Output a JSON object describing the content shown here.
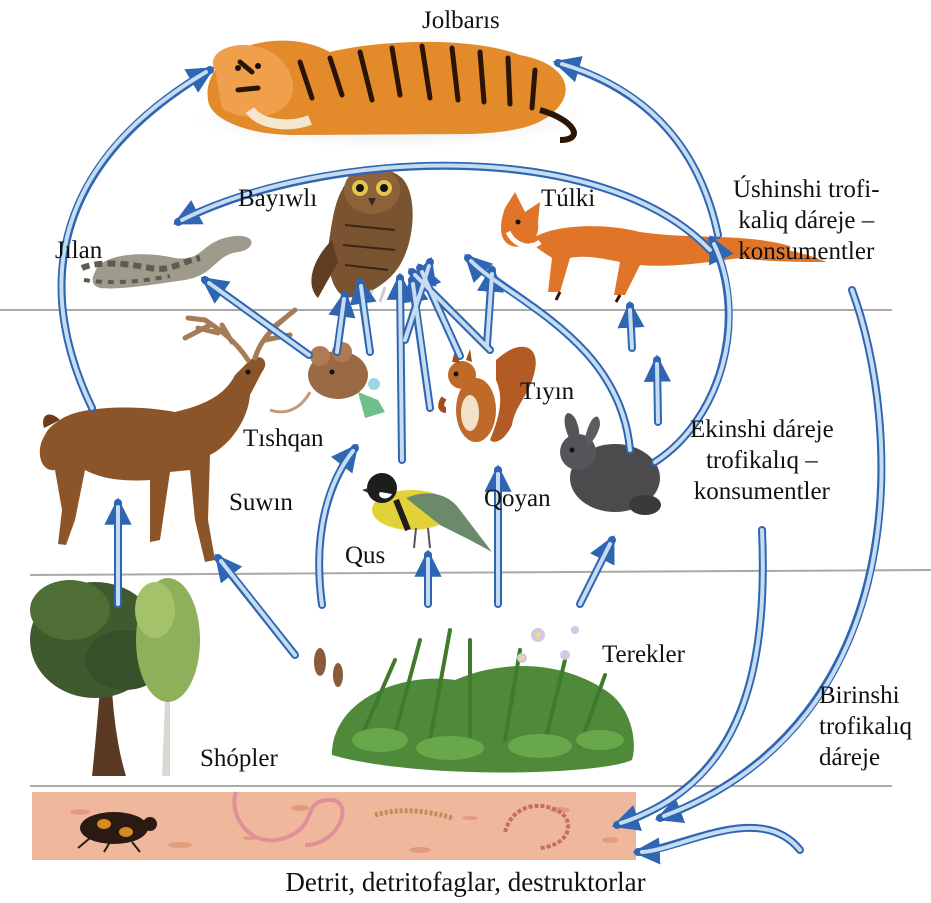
{
  "organisms": {
    "tiger": "Jolbarıs",
    "owl": "Bayıwlı",
    "fox": "Túlki",
    "snake": "Jılan",
    "mouse": "Tıshqan",
    "squirrel": "Tıyın",
    "deer": "Suwın",
    "hare": "Qoyan",
    "bird": "Qus",
    "herbs": "Terekler",
    "trees": "Shópler"
  },
  "levels": {
    "third": [
      "Úshinshi trofi-",
      "kaliq dáreje –",
      "konsumentler"
    ],
    "second": [
      "Ekinshi dáreje",
      "trofikalıq –",
      "konsumentler"
    ],
    "first": [
      "Birinshi",
      "trofikalıq",
      "dáreje"
    ]
  },
  "caption": "Detrit, detritofaglar, destruktorlar",
  "colors": {
    "arrow_fill": "#c6dcf0",
    "arrow_stroke": "#2f66b3",
    "level_line": "#a9a9a9",
    "soil": "#efb79c"
  }
}
